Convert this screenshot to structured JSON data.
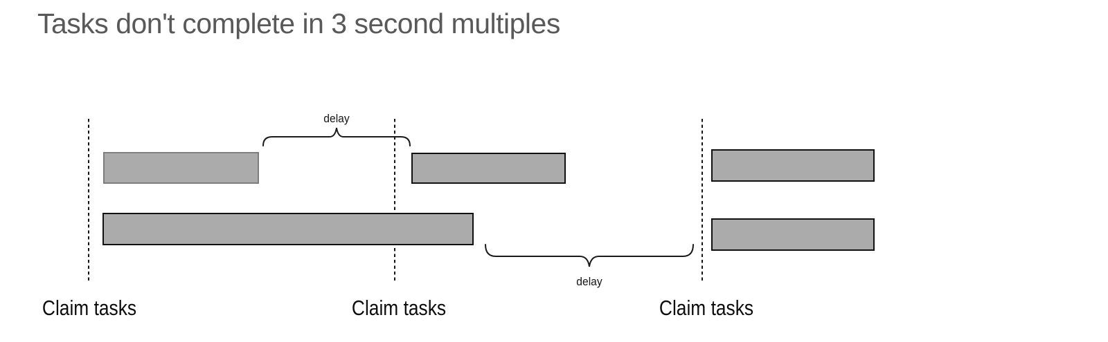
{
  "title": "Tasks don't complete in 3 second multiples",
  "claim_labels": [
    "Claim tasks",
    "Claim tasks",
    "Claim tasks"
  ],
  "delay_labels": [
    "delay",
    "delay"
  ],
  "colors": {
    "background": "#ffffff",
    "title_text": "#595959",
    "label_text": "#0d0d0d",
    "bar_fill": "#ababab",
    "bar_border": "#101010",
    "first_bar_border": "#7d7d7d",
    "annotation_line": "#1a1a1a"
  }
}
